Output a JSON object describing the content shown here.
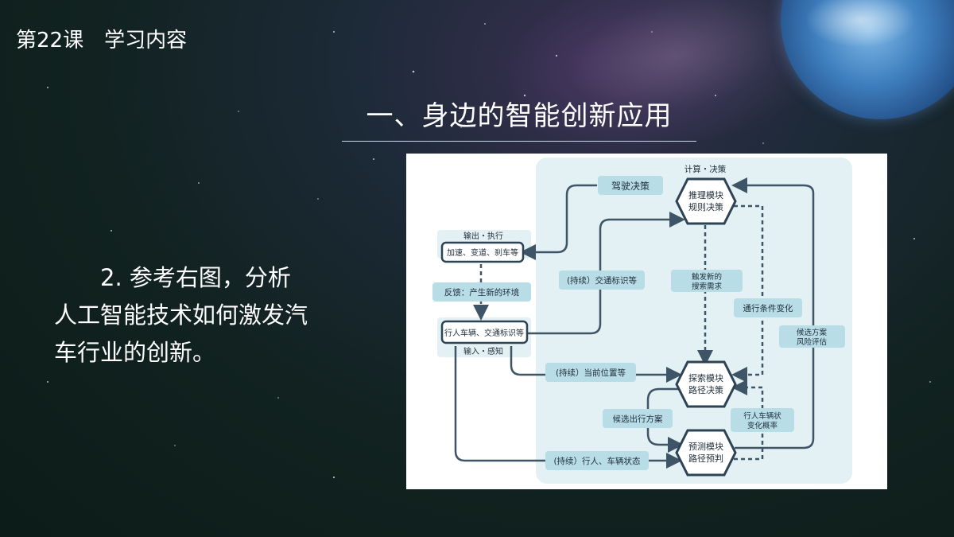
{
  "slide": {
    "lesson_title": "第22课　学习内容",
    "heading": "一、身边的智能创新应用",
    "body": "2. 参考右图，分析人工智能技术如何激发汽车行业的创新。"
  },
  "diagram": {
    "compute_label": "计算・决策",
    "reasoning_module": [
      "推理模块",
      "规则决策"
    ],
    "search_module": [
      "探索模块",
      "路径决策"
    ],
    "prediction_module": [
      "预测模块",
      "路径预判"
    ],
    "output_label": "输出・执行",
    "output_box": "加速、变道、刹车等",
    "input_box": "行人车辆、交通标识等",
    "input_label": "输入・感知",
    "feedback": "反馈：产生新的环境",
    "driving_decision": "驾驶决策",
    "cont_traffic_signs": "(持续）交通标识等",
    "new_search_demand": [
      "触发新的",
      "搜索需求"
    ],
    "traffic_change": "通行条件变化",
    "candidate_risk": [
      "候选方案",
      "风险评估"
    ],
    "cont_position": "(持续）当前位置等",
    "candidate_route": "候选出行方案",
    "status_prob": [
      "行人车辆状",
      "变化概率"
    ],
    "cont_status": "(持续）行人、车辆状态"
  },
  "colors": {
    "panel": "#e3f0f4",
    "chip": "#b8dde6",
    "line": "#3d5566",
    "hex_stroke": "#2d4354"
  }
}
